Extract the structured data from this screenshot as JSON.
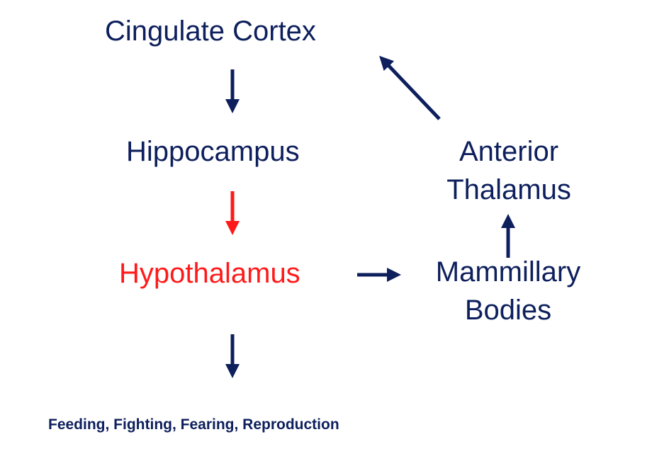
{
  "colors": {
    "navy": "#0d1f5c",
    "red": "#ff1a1a"
  },
  "nodes": {
    "cingulate_cortex": "Cingulate Cortex",
    "hippocampus": "Hippocampus",
    "hypothalamus": "Hypothalamus",
    "anterior_thalamus": [
      "Anterior",
      "Thalamus"
    ],
    "mammillary_bodies": [
      "Mammillary",
      "Bodies"
    ]
  },
  "footer": "Feeding, Fighting, Fearing, Reproduction"
}
